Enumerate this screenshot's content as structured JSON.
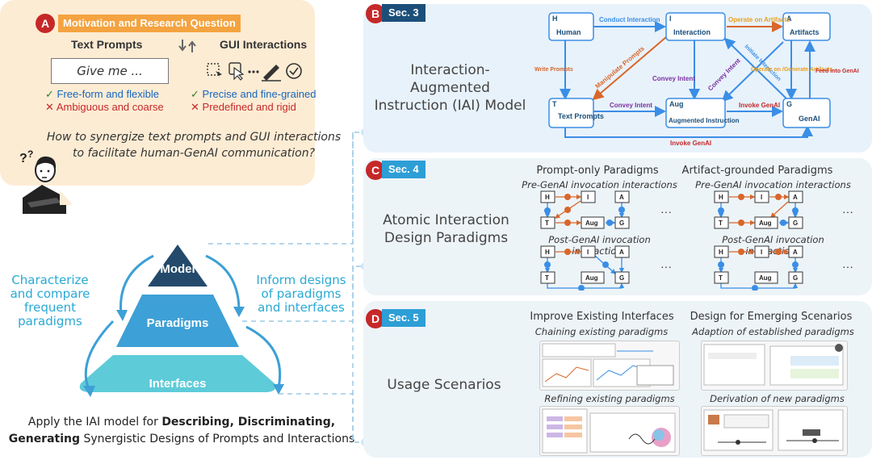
{
  "panel_a": {
    "badge": "A",
    "title": "Motivation and Research Question",
    "text_prompts": "Text Prompts",
    "gui_interactions": "GUI Interactions",
    "input_example": "Give me ...",
    "text_pro": "Free-form and flexible",
    "text_con": "Ambiguous and coarse",
    "gui_pro": "Precise and fine-grained",
    "gui_con": "Predefined and rigid",
    "question": "How to synergize text prompts and GUI interactions to facilitate human-GenAI communication?"
  },
  "pyramid": {
    "model": "Model",
    "paradigms": "Paradigms",
    "interfaces": "Interfaces",
    "left_note": "Characterize and compare frequent paradigms",
    "right_note": "Inform designs of paradigms and interfaces",
    "bottom_line1_pre": "Apply the IAI model for ",
    "bottom_line1_bold": "Describing, Discriminating,",
    "bottom_line2_bold": "Generating",
    "bottom_line2_post": " Synergistic Designs of Prompts and Interactions"
  },
  "panel_b": {
    "badge": "B",
    "sec": "Sec. 3",
    "title": "Interaction-Augmented Instruction (IAI) Model",
    "nodes": {
      "human_letter": "H",
      "human": "Human",
      "interaction_letter": "I",
      "interaction": "Interaction",
      "artifacts_letter": "A",
      "artifacts": "Artifacts",
      "text_letter": "T",
      "text": "Text Prompts",
      "aug_letter": "Aug",
      "aug": "Augmented Instruction",
      "genai_letter": "G",
      "genai": "GenAI"
    },
    "edges": {
      "conduct": "Conduct Interaction",
      "operate": "Operate on Artifacts",
      "write": "Write Prompts",
      "manipulate": "Manipulate Prompts",
      "convey1": "Convey Intent",
      "convey2": "Convey Intent",
      "convey3": "Convey Intent",
      "initiate": "Initiate Interaction",
      "operate_gen": "Operate on /Generate Artifacts",
      "feed": "Feed into GenAI",
      "invoke1": "Invoke GenAI",
      "invoke2": "Invoke GenAI"
    }
  },
  "panel_c": {
    "badge": "C",
    "sec": "Sec. 4",
    "title": "Atomic Interaction Design Paradigms",
    "prompt_only": "Prompt-only Paradigms",
    "artifact_grounded": "Artifact-grounded Paradigms",
    "pre_left": "Pre-GenAI invocation interactions",
    "post_left": "Post-GenAI invocation interactions",
    "pre_right": "Pre-GenAI invocation interactions",
    "post_right": "Post-GenAI invocation interactions",
    "ellipsis": "···",
    "mini": {
      "h": "H",
      "i": "I",
      "a": "A",
      "t": "T",
      "aug": "Aug",
      "g": "G"
    }
  },
  "panel_d": {
    "badge": "D",
    "sec": "Sec. 5",
    "title": "Usage Scenarios",
    "improve": "Improve Existing Interfaces",
    "chaining": "Chaining existing paradigms",
    "refining": "Refining existing paradigms",
    "emerging": "Design for Emerging Scenarios",
    "adaption": "Adaption of established paradigms",
    "derivation": "Derivation of new paradigms"
  },
  "colors": {
    "panel_a_bg": "#fdecd4",
    "panel_b_bg": "#e8f2fb",
    "panel_cd_bg": "#edf4f8",
    "pyramid_top": "#244a6b",
    "pyramid_mid": "#3da0d6",
    "pyramid_bottom": "#5ecbd8",
    "accent_red": "#c62828",
    "accent_orange": "#f4a340",
    "edge_blue": "#3a8ee6",
    "edge_orange": "#d9662a"
  }
}
